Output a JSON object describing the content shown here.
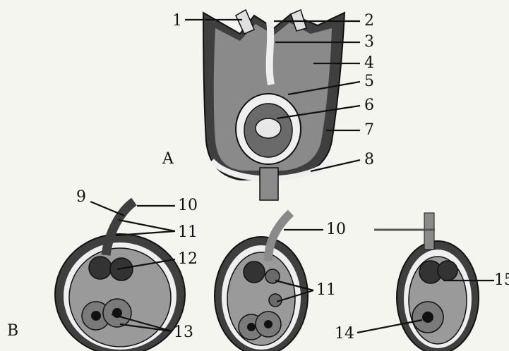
{
  "figure": {
    "panel_a_label": "A",
    "panel_b_label": "B",
    "labels": [
      "1",
      "2",
      "3",
      "4",
      "5",
      "6",
      "7",
      "8",
      "9",
      "10",
      "11",
      "12",
      "13",
      "14",
      "15"
    ],
    "second_labels": {
      "label_10": "10",
      "label_11": "11"
    },
    "colors": {
      "background": "#f5f5f0",
      "dark_tissue": "#3f3f3f",
      "mid_tissue": "#8a8a8a",
      "light_layer": "#efefef",
      "ink": "#111111"
    }
  }
}
